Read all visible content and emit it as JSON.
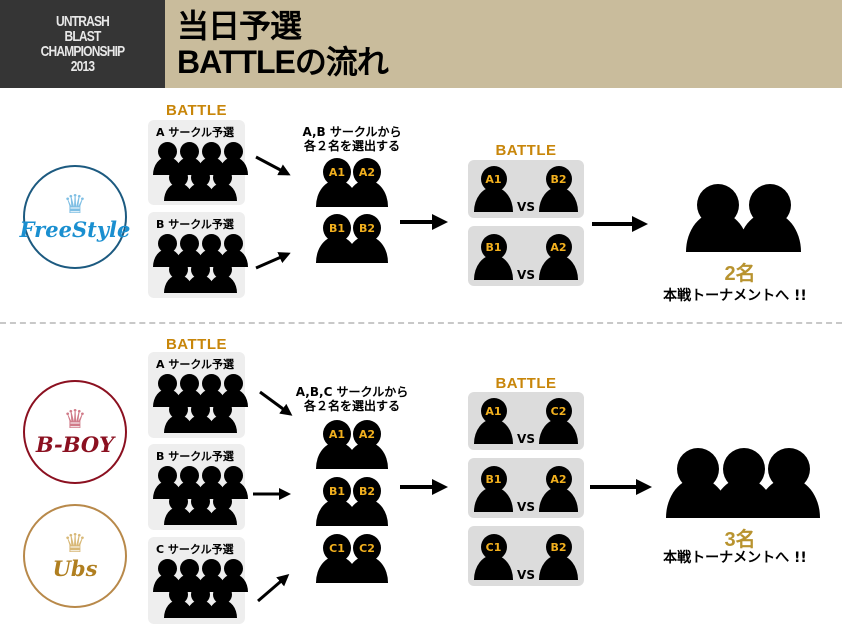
{
  "header": {
    "logo_lines": [
      "UNTRASH",
      "BLAST",
      "CHAMPIONSHIP",
      "2013"
    ],
    "title_line1": "当日予選",
    "title_line2": "BATTLEの流れ"
  },
  "colors": {
    "header_dark": "#353535",
    "header_tan": "#c9bc9c",
    "battle_gold": "#c8860a",
    "label_yellow": "#f2b01e",
    "freestyle_blue": "#1a7fbf",
    "bboy_red": "#8b1020",
    "ubs_gold": "#b07f20"
  },
  "sections": [
    {
      "logos": [
        {
          "name": "FreeStyle",
          "icon": "crown-icon"
        }
      ],
      "battle_label": "BATTLE",
      "circles": [
        "A サークル予選",
        "B サークル予選"
      ],
      "select_text": [
        "A,B サークルから",
        "各２名を選出する"
      ],
      "pairs": [
        [
          "A1",
          "A2"
        ],
        [
          "B1",
          "B2"
        ]
      ],
      "battle_label2": "BATTLE",
      "matches": [
        {
          "left": "A1",
          "vs": "VS",
          "right": "B2"
        },
        {
          "left": "B1",
          "vs": "VS",
          "right": "A2"
        }
      ],
      "count": "2名",
      "to_main": "本戦トーナメントへ !!"
    },
    {
      "logos": [
        {
          "name": "B-BOY",
          "icon": "crown-icon"
        },
        {
          "name": "Ubs",
          "icon": "crown-icon"
        }
      ],
      "battle_label": "BATTLE",
      "circles": [
        "A サークル予選",
        "B サークル予選",
        "C サークル予選"
      ],
      "select_text": [
        "A,B,C サークルから",
        "各２名を選出する"
      ],
      "pairs": [
        [
          "A1",
          "A2"
        ],
        [
          "B1",
          "B2"
        ],
        [
          "C1",
          "C2"
        ]
      ],
      "battle_label2": "BATTLE",
      "matches": [
        {
          "left": "A1",
          "vs": "VS",
          "right": "C2"
        },
        {
          "left": "B1",
          "vs": "VS",
          "right": "A2"
        },
        {
          "left": "C1",
          "vs": "VS",
          "right": "B2"
        }
      ],
      "count": "3名",
      "to_main": "本戦トーナメントへ !!"
    }
  ]
}
